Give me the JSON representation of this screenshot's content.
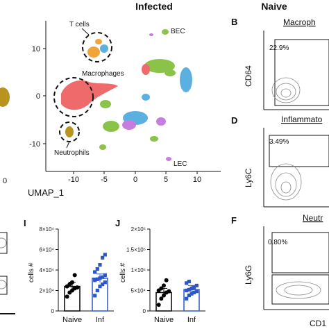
{
  "figure": {
    "panel_titles": {
      "infected": "Infected",
      "naive": "Naive"
    },
    "umap": {
      "xlabel": "UMAP_1",
      "x_ticks": [
        "-10",
        "-5",
        "0",
        "5",
        "10"
      ],
      "y_ticks": [
        "10",
        "0",
        "-10"
      ],
      "left_stub_tick": "0",
      "cluster_labels": {
        "t_cells": "T cells",
        "bec": "BEC",
        "macrophages": "Macrophages",
        "neutrophils": "Neutrophils",
        "lec": "LEC"
      },
      "colors": {
        "t_cells": "#f2a43b",
        "macrophages": "#ef6b6b",
        "neutrophils": "#b8941e",
        "bec_lec": "#8bc34a",
        "endothelial": "#5bb0e0",
        "other": "#c77ce0"
      }
    },
    "flow": {
      "B": {
        "letter": "B",
        "title": "Macroph",
        "ylabel": "CD64",
        "gate_pct": "22.9%"
      },
      "D": {
        "letter": "D",
        "title": "Inflammato",
        "ylabel": "Ly6C",
        "gate_pct": "3.49%"
      },
      "F": {
        "letter": "F",
        "title": "Neutr",
        "ylabel": "Ly6G",
        "gate_pct": "0.80%",
        "xlabel": "CD1"
      }
    },
    "bar_panels": {
      "I": {
        "letter": "I",
        "ylabel": "cells #",
        "y_ticks": [
          "0",
          "2×10⁴",
          "4×10⁴",
          "6×10⁴",
          "8×10⁴"
        ]
      },
      "J": {
        "letter": "J",
        "ylabel": "cells #",
        "y_ticks": [
          "0",
          "5×10⁴",
          "1×10⁵",
          "1.5×10⁵",
          "2×10⁵"
        ]
      }
    }
  },
  "chart_data": [
    {
      "type": "bar",
      "panel": "I",
      "categories": [
        "Naive",
        "Inf"
      ],
      "values": [
        24000,
        32000
      ],
      "colors": [
        "#000000",
        "#2a57c8"
      ],
      "ylim": [
        0,
        80000
      ],
      "ylabel": "cells #",
      "points": {
        "Naive": [
          14000,
          18000,
          20000,
          22000,
          23000,
          24000,
          26000,
          28000,
          35000
        ],
        "Inf": [
          15000,
          20000,
          24000,
          26000,
          28000,
          30000,
          31000,
          32000,
          33000,
          35000,
          38000,
          41000,
          45000,
          52000,
          55000
        ]
      }
    },
    {
      "type": "bar",
      "panel": "J",
      "categories": [
        "Naive",
        "Inf"
      ],
      "values": [
        45000,
        52000
      ],
      "colors": [
        "#000000",
        "#2a57c8"
      ],
      "ylim": [
        0,
        200000
      ],
      "ylabel": "cells #",
      "points": {
        "Naive": [
          15000,
          30000,
          38000,
          45000,
          48000,
          50000,
          55000,
          62000,
          75000
        ],
        "Inf": [
          30000,
          38000,
          42000,
          45000,
          48000,
          50000,
          52000,
          55000,
          58000,
          62000,
          68000,
          72000
        ]
      }
    }
  ]
}
